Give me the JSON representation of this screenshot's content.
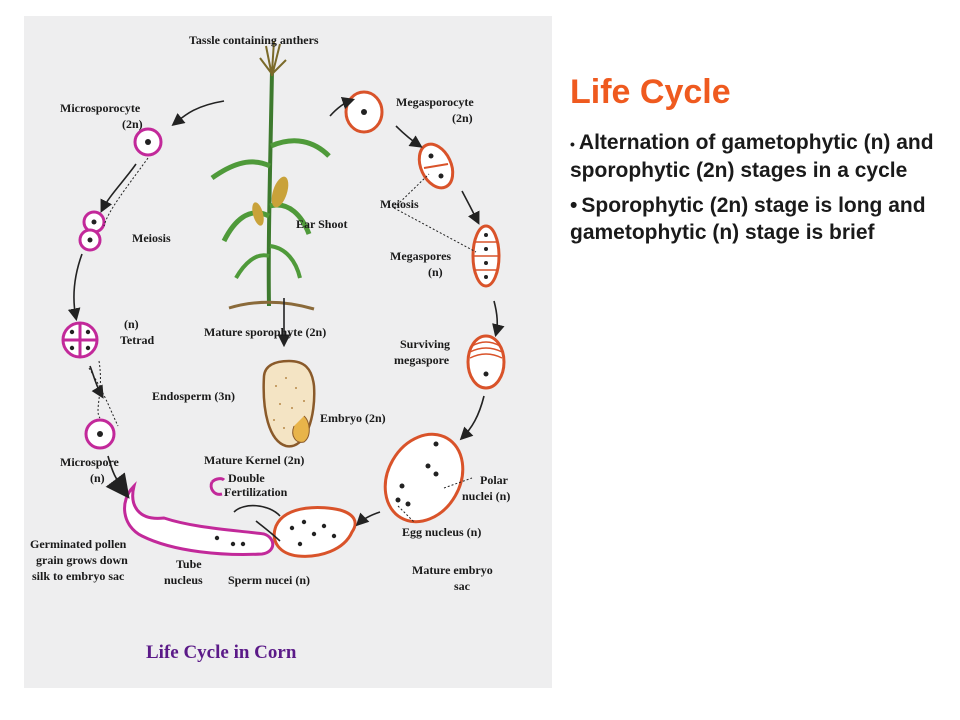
{
  "diagram": {
    "caption": "Life Cycle in Corn",
    "labels": {
      "tassle": "Tassle containing anthers",
      "microsporocyte_1": "Microsporocyte",
      "microsporocyte_2": "(2n)",
      "megasporocyte_1": "Megasporocyte",
      "megasporocyte_2": "(2n)",
      "ear_shoot": "Ear Shoot",
      "meiosis_left": "Meiosis",
      "meiosis_right": "Meiosis",
      "megaspores_1": "Megaspores",
      "megaspores_2": "(n)",
      "tetrad_1": "(n)",
      "tetrad_2": "Tetrad",
      "mature_sporophyte": "Mature sporophyte (2n)",
      "surviving_1": "Surviving",
      "surviving_2": "megaspore",
      "endosperm": "Endosperm (3n)",
      "embryo": "Embryo (2n)",
      "microspore_1": "Microspore",
      "microspore_2": "(n)",
      "mature_kernel": "Mature Kernel (2n)",
      "double_1": "Double",
      "double_2": "Fertilization",
      "polar_1": "Polar",
      "polar_2": "nuclei (n)",
      "egg_nucleus": "Egg nucleus (n)",
      "germinated_1": "Germinated pollen",
      "germinated_2": "grain grows down",
      "germinated_3": "silk to embryo sac",
      "tube_1": "Tube",
      "tube_2": "nucleus",
      "sperm": "Sperm nucei (n)",
      "mature_embryo_1": "Mature embryo",
      "mature_embryo_2": "sac"
    },
    "colors": {
      "magenta": "#c2299a",
      "orange": "#d9532a",
      "caption": "#5b1a88"
    }
  },
  "panel": {
    "title": "Life Cycle",
    "bullets": [
      "Alternation of gametophytic (n) and sporophytic (2n) stages in a cycle",
      "Sporophytic (2n) stage is long and gametophytic (n) stage is brief"
    ]
  }
}
